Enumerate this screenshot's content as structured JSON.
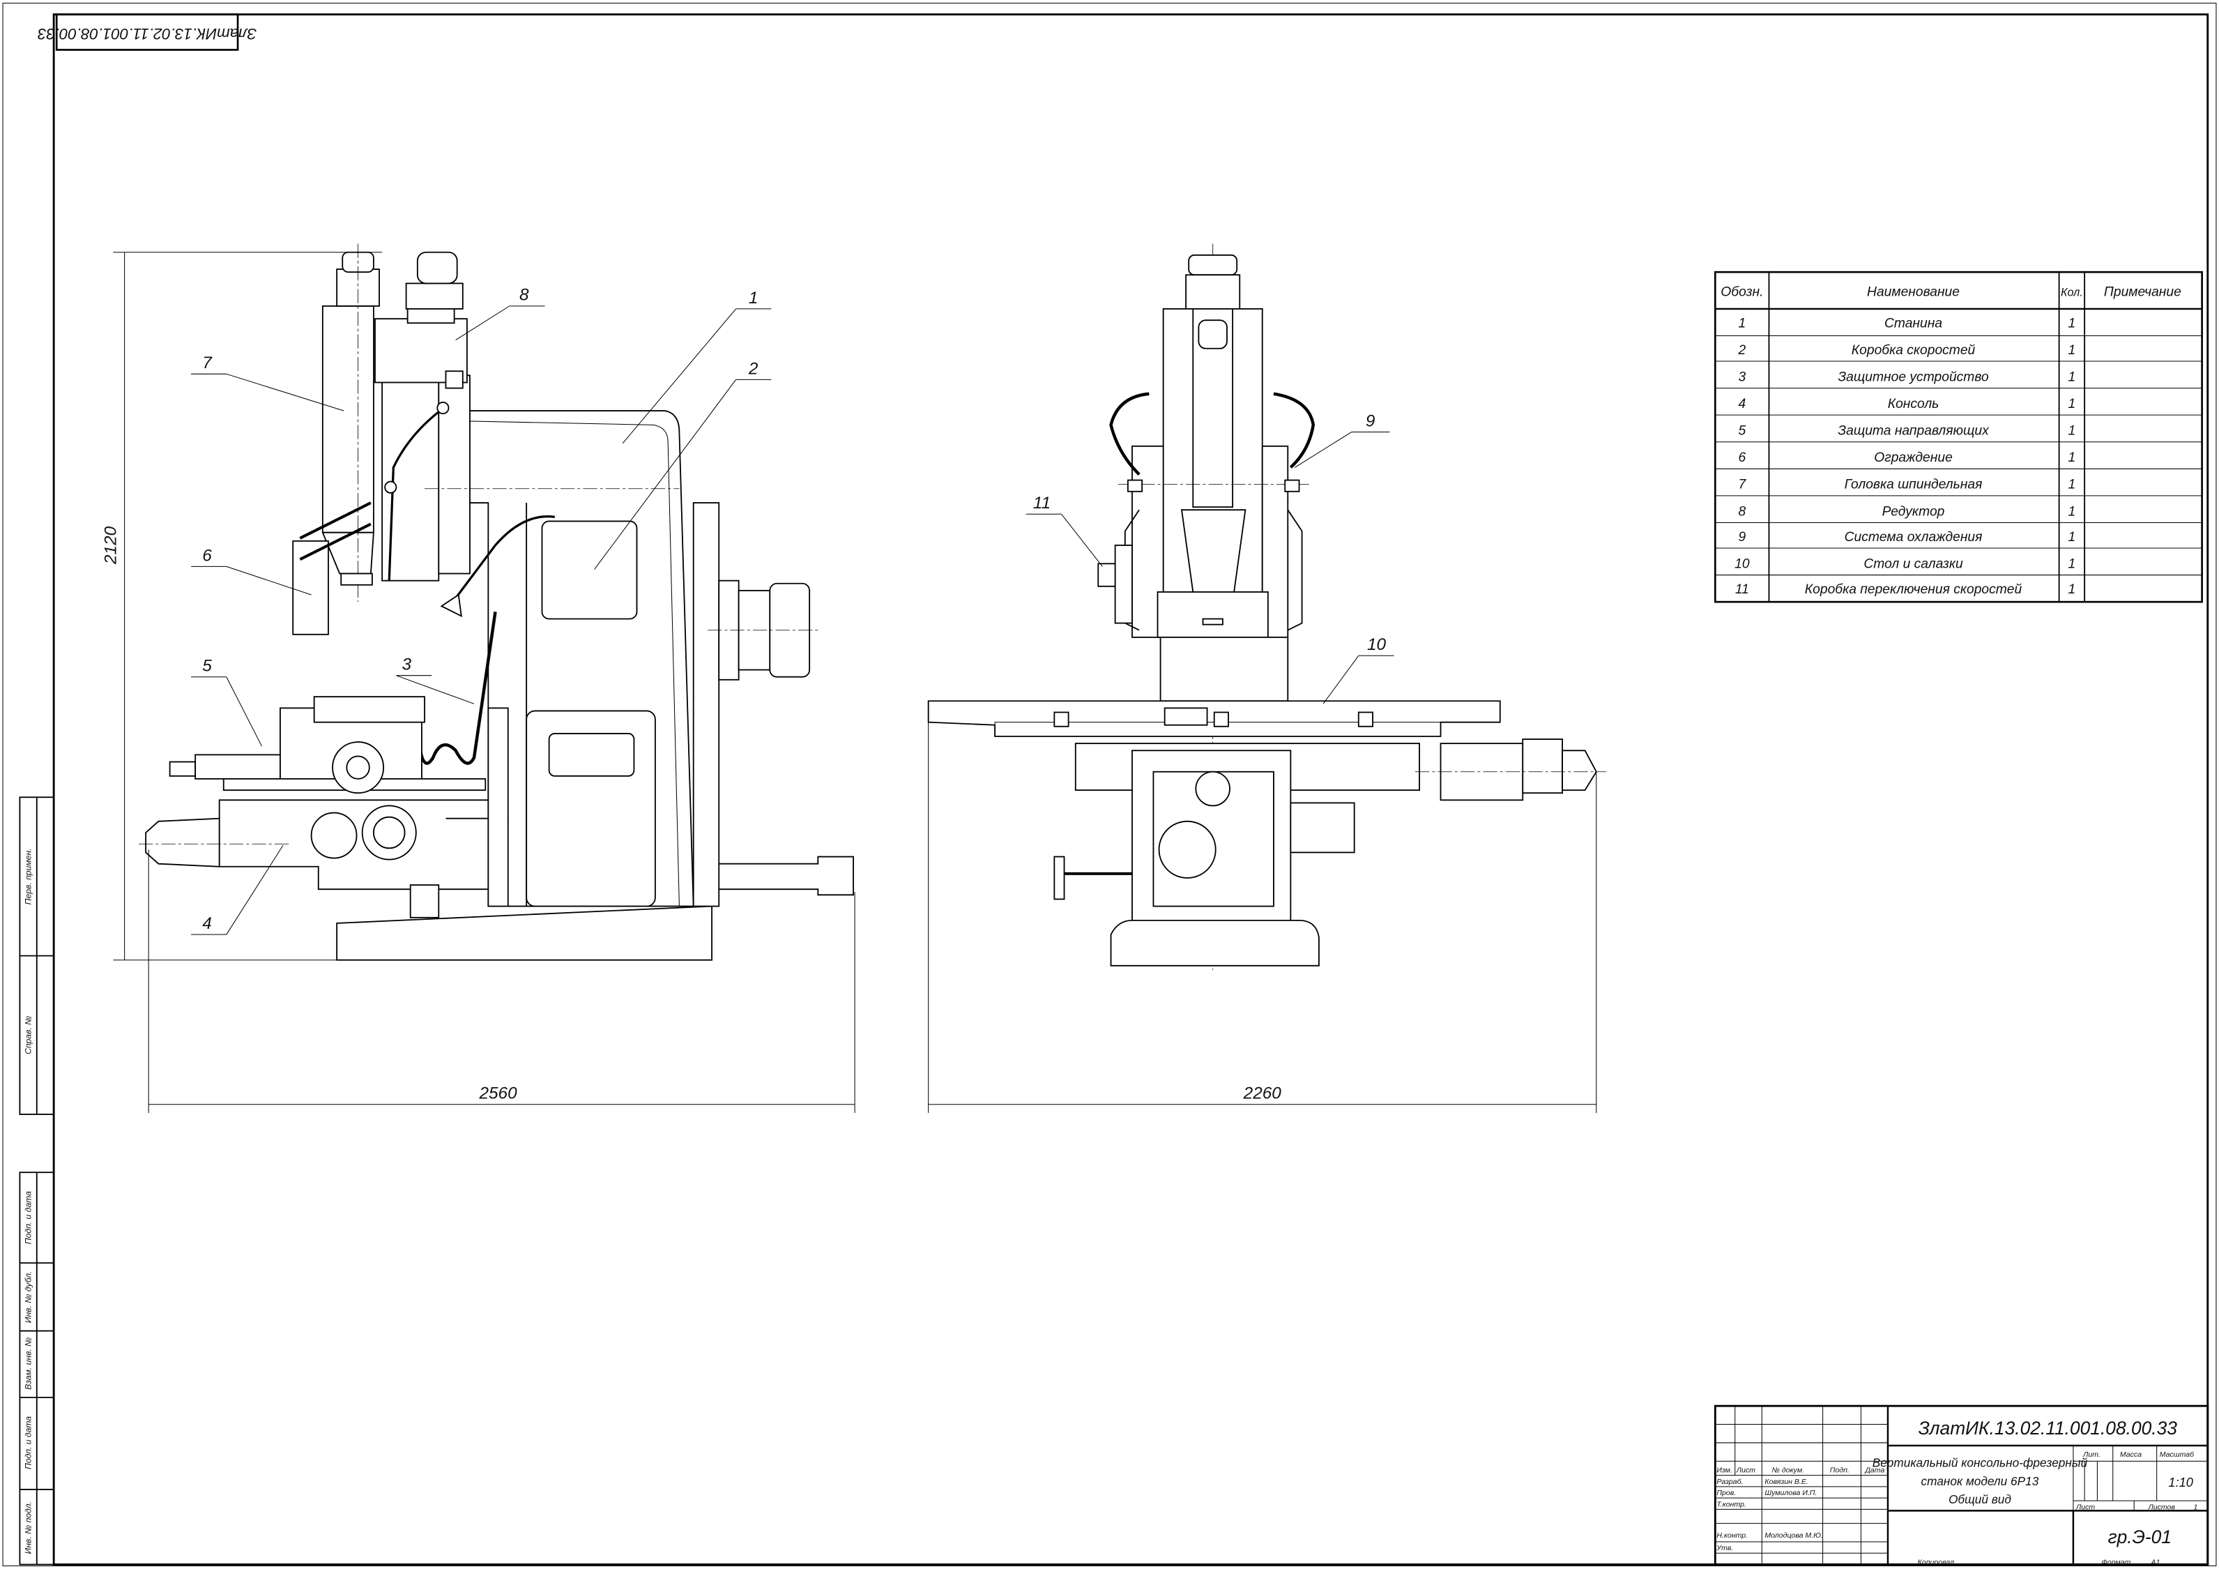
{
  "stamp_code": "ЗлатИК.13.02.11.001.08.00.33",
  "side_strip": [
    "Перв. примен.",
    "Справ. №",
    "Подп. и дата",
    "Инв. № дубл.",
    "Взам. инв. №",
    "Подп. и дата",
    "Инв. № подл."
  ],
  "dimensions": {
    "height": "2120",
    "width_side": "2560",
    "width_front": "2260"
  },
  "leaders": [
    "1",
    "2",
    "3",
    "4",
    "5",
    "6",
    "7",
    "8",
    "9",
    "10",
    "11"
  ],
  "parts_table": {
    "headers": [
      "Обозн.",
      "Наименование",
      "Кол.",
      "Примечание"
    ],
    "rows": [
      {
        "pos": "1",
        "name": "Станина",
        "qty": "1"
      },
      {
        "pos": "2",
        "name": "Коробка скоростей",
        "qty": "1"
      },
      {
        "pos": "3",
        "name": "Защитное устройство",
        "qty": "1"
      },
      {
        "pos": "4",
        "name": "Консоль",
        "qty": "1"
      },
      {
        "pos": "5",
        "name": "Защита направляющих",
        "qty": "1"
      },
      {
        "pos": "6",
        "name": "Ограждение",
        "qty": "1"
      },
      {
        "pos": "7",
        "name": "Головка шпиндельная",
        "qty": "1"
      },
      {
        "pos": "8",
        "name": "Редуктор",
        "qty": "1"
      },
      {
        "pos": "9",
        "name": "Система охлаждения",
        "qty": "1"
      },
      {
        "pos": "10",
        "name": "Стол и салазки",
        "qty": "1"
      },
      {
        "pos": "11",
        "name": "Коробка переключения скоростей",
        "qty": "1"
      }
    ]
  },
  "title_block": {
    "code": "ЗлатИК.13.02.11.001.08.00.33",
    "name_lines": [
      "Вертикальный консольно-фрезерный",
      "станок модели 6Р13",
      "Общий вид"
    ],
    "col_labels": [
      "Изм.",
      "Лист",
      "№ докум.",
      "Подп.",
      "Дата"
    ],
    "roles": [
      {
        "role": "Разраб.",
        "person": "Ковязин В.Е."
      },
      {
        "role": "Пров.",
        "person": "Шумилова И.П."
      },
      {
        "role": "Т.контр.",
        "person": ""
      },
      {
        "role": "Н.контр.",
        "person": "Молодцова М.Ю."
      },
      {
        "role": "Утв.",
        "person": ""
      }
    ],
    "lit_label": "Лит.",
    "mass_label": "Масса",
    "scale_label": "Масштаб",
    "scale_value": "1:10",
    "sheet_label": "Лист",
    "sheets_label": "Листов",
    "sheets_value": "1",
    "group": "гр.Э-01",
    "copied_label": "Копировал",
    "format_label": "Формат",
    "format_value": "A1"
  }
}
